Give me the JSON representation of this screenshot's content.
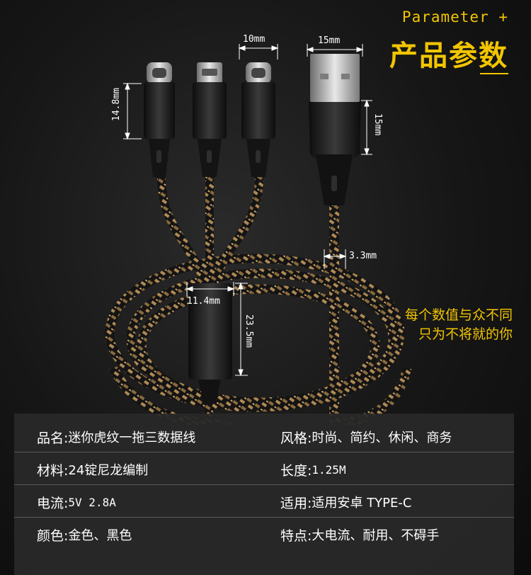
{
  "header": {
    "title_en": "Parameter +",
    "title_cn": "产品参数"
  },
  "dimensions": {
    "connector_length": "14.8mm",
    "connector_gap": "10mm",
    "usb_width": "15mm",
    "usb_length": "15mm",
    "cable_diameter": "3.3mm",
    "splitter_width": "11.4mm",
    "splitter_length": "23.5mm"
  },
  "slogan": {
    "line1": "每个数值与众不同",
    "line2": "只为不将就的你"
  },
  "specs": [
    {
      "label": "品名:",
      "value": "迷你虎纹一拖三数据线"
    },
    {
      "label": "风格:",
      "value": "时尚、简约、休闲、商务"
    },
    {
      "label": "材料:",
      "value": "24锭尼龙编制"
    },
    {
      "label": "长度:",
      "value": "1.25M"
    },
    {
      "label": "电流:",
      "value": "5V 2.8A"
    },
    {
      "label": "适用:",
      "value": "适用安卓 TYPE-C"
    },
    {
      "label": "颜色:",
      "value": "金色、黑色"
    },
    {
      "label": "特点:",
      "value": "大电流、耐用、不碍手"
    }
  ],
  "colors": {
    "accent": "#f2c500",
    "cable_gold": "#b08a55",
    "cable_black": "#151515"
  }
}
